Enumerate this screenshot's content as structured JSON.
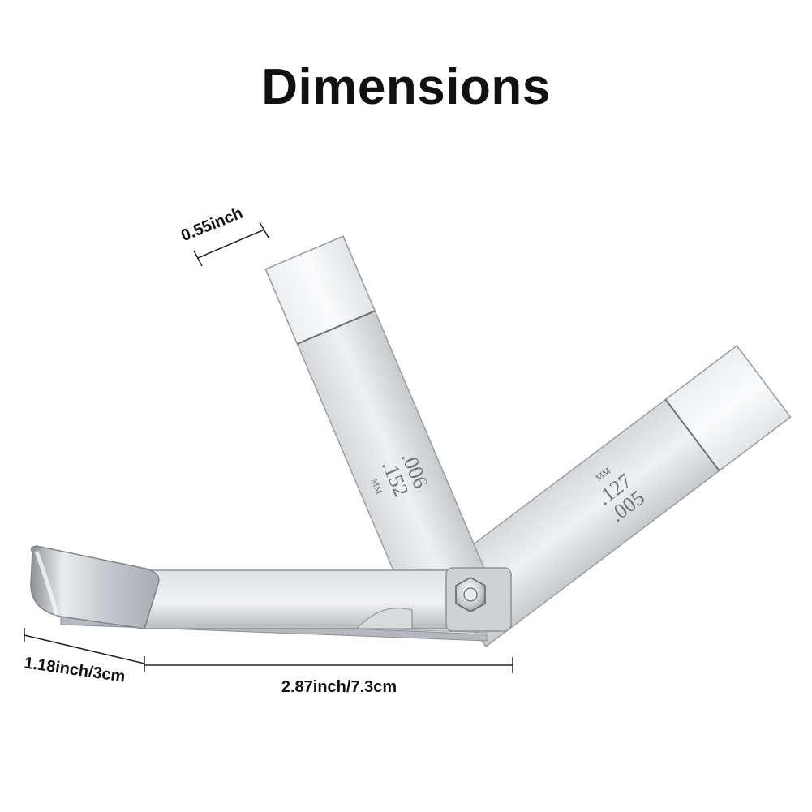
{
  "title": "Dimensions",
  "dimensions": {
    "blade_width": "0.55inch",
    "holder_width": "1.18inch/3cm",
    "holder_length": "2.87inch/7.3cm"
  },
  "blade_markings": {
    "left": {
      "inch": ".006",
      "mm": ".152",
      "unit": "MM"
    },
    "right": {
      "inch": ".005",
      "mm": ".127",
      "unit": "MM"
    }
  },
  "colors": {
    "steel_light": "#e4e6e8",
    "steel_mid": "#c9ccd0",
    "steel_dark": "#8d9196",
    "line": "#222222"
  }
}
